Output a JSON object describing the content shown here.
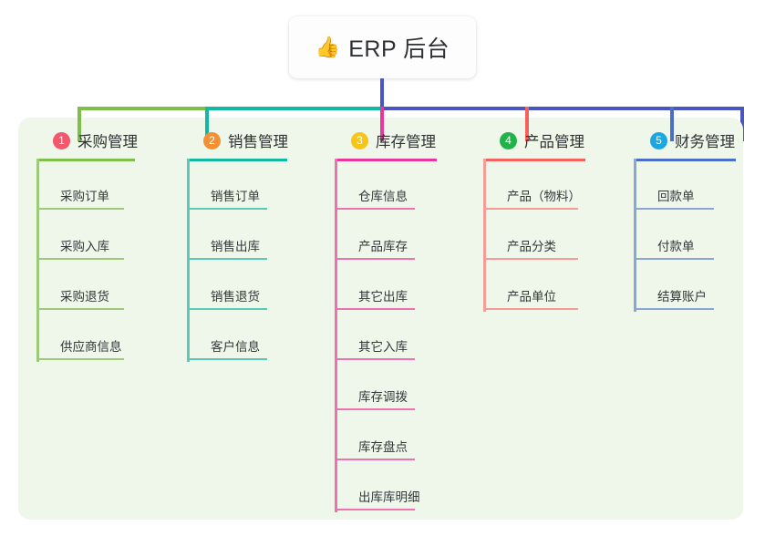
{
  "root": {
    "icon": "thumbs-up-icon",
    "icon_glyph": "👍",
    "label": "ERP 后台"
  },
  "colors": {
    "panel_bg": "#eef7e9",
    "page_bg": "#ffffff",
    "trunk": "#4a55c4",
    "bus_green": "#7dbf4a",
    "bus_teal": "#10b9a0",
    "bus_blue": "#4a55c4"
  },
  "columns": [
    {
      "number": "1",
      "title": "采购管理",
      "badge_color": "#f2576b",
      "line_color": "#7dbf4a",
      "leaf_line_color": "#9ec97a",
      "drop_color": "#7dbf4a",
      "items": [
        "采购订单",
        "采购入库",
        "采购退货",
        "供应商信息"
      ]
    },
    {
      "number": "2",
      "title": "销售管理",
      "badge_color": "#f39132",
      "line_color": "#10b9a0",
      "leaf_line_color": "#5bc9ba",
      "drop_color": "#10b9a0",
      "items": [
        "销售订单",
        "销售出库",
        "销售退货",
        "客户信息"
      ]
    },
    {
      "number": "3",
      "title": "库存管理",
      "badge_color": "#f5c518",
      "line_color": "#e8379a",
      "leaf_line_color": "#ee72b0",
      "drop_color": "#e8379a",
      "items": [
        "仓库信息",
        "产品库存",
        "其它出库",
        "其它入库",
        "库存调拨",
        "库存盘点",
        "出库库明细"
      ]
    },
    {
      "number": "4",
      "title": "产品管理",
      "badge_color": "#22b24c",
      "line_color": "#f4625e",
      "leaf_line_color": "#f69b95",
      "drop_color": "#f4625e",
      "items": [
        "产品（物料）",
        "产品分类",
        "产品单位"
      ]
    },
    {
      "number": "5",
      "title": "财务管理",
      "badge_color": "#1aa8e0",
      "line_color": "#4a6fc4",
      "leaf_line_color": "#8ba5d6",
      "drop_color": "#4a6fc4",
      "items": [
        "回款单",
        "付款单",
        "结算账户"
      ]
    }
  ]
}
